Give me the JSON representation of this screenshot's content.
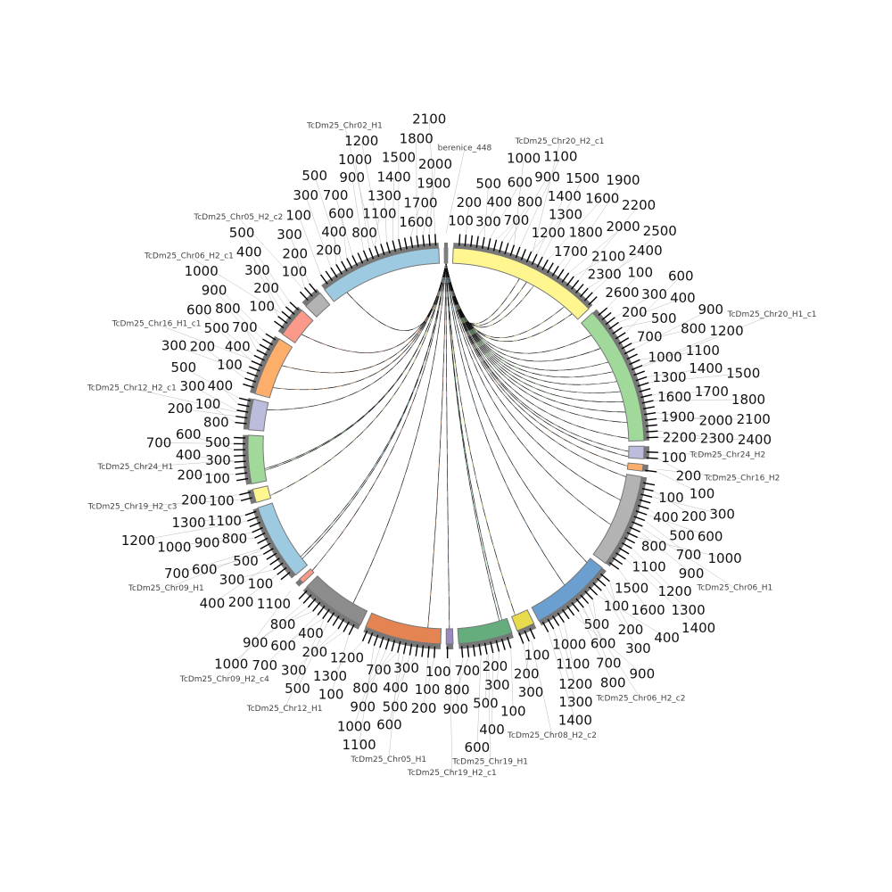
{
  "chart_data": {
    "type": "circos",
    "title": "",
    "tick_interval": 100,
    "segments": [
      {
        "name": "berenice_448",
        "length": 10,
        "color": "#808080"
      },
      {
        "name": "TcDm25_Chr20_H2_c1",
        "length": 2650,
        "color": "#fff68f"
      },
      {
        "name": "TcDm25_Chr20_H1_c1",
        "length": 2450,
        "color": "#a1d99b"
      },
      {
        "name": "TcDm25_Chr24_H2",
        "length": 220,
        "color": "#bcbddc"
      },
      {
        "name": "TcDm25_Chr16_H2",
        "length": 120,
        "color": "#fdae6b"
      },
      {
        "name": "TcDm25_Chr06_H1",
        "length": 1650,
        "color": "#b3b3b3"
      },
      {
        "name": "TcDm25_Chr06_H2_c2",
        "length": 1450,
        "color": "#6a9fcf"
      },
      {
        "name": "TcDm25_Chr08_H2_c2",
        "length": 320,
        "color": "#e8dc4c"
      },
      {
        "name": "TcDm25_Chr19_H1",
        "length": 950,
        "color": "#66ad7e"
      },
      {
        "name": "TcDm25_Chr19_H2_c1",
        "length": 120,
        "color": "#9a89c0"
      },
      {
        "name": "TcDm25_Chr05_H1",
        "length": 1350,
        "color": "#e48453"
      },
      {
        "name": "TcDm25_Chr12_H1",
        "length": 1150,
        "color": "#8c8c8c"
      },
      {
        "name": "TcDm25_Chr09_H2_c4",
        "length": 90,
        "color": "#fb9a8a"
      },
      {
        "name": "TcDm25_Chr09_H1",
        "length": 1350,
        "color": "#9ecae1"
      },
      {
        "name": "TcDm25_Chr19_H2_c3",
        "length": 240,
        "color": "#fff68f"
      },
      {
        "name": "TcDm25_Chr24_H1",
        "length": 850,
        "color": "#a1d99b"
      },
      {
        "name": "TcDm25_Chr12_H2_c1",
        "length": 540,
        "color": "#bcbddc"
      },
      {
        "name": "TcDm25_Chr16_H1_c1",
        "length": 1050,
        "color": "#fdae6b"
      },
      {
        "name": "TcDm25_Chr06_H2_c1",
        "length": 540,
        "color": "#fb9a8a"
      },
      {
        "name": "TcDm25_Chr05_H2_c2",
        "length": 340,
        "color": "#b3b3b3"
      },
      {
        "name": "TcDm25_Chr02_H1",
        "length": 2150,
        "color": "#9ecae1"
      }
    ],
    "links": [
      {
        "from": "berenice_448",
        "to": "TcDm25_Chr20_H2_c1",
        "pos": 1300
      },
      {
        "from": "berenice_448",
        "to": "TcDm25_Chr20_H2_c1",
        "pos": 1450
      },
      {
        "from": "berenice_448",
        "to": "TcDm25_Chr20_H2_c1",
        "pos": 1600
      },
      {
        "from": "berenice_448",
        "to": "TcDm25_Chr20_H2_c1",
        "pos": 2300
      },
      {
        "from": "berenice_448",
        "to": "TcDm25_Chr20_H2_c1",
        "pos": 2500
      },
      {
        "from": "berenice_448",
        "to": "TcDm25_Chr20_H1_c1",
        "pos": 300
      },
      {
        "from": "berenice_448",
        "to": "TcDm25_Chr20_H1_c1",
        "pos": 600
      },
      {
        "from": "berenice_448",
        "to": "TcDm25_Chr20_H1_c1",
        "pos": 900
      },
      {
        "from": "berenice_448",
        "to": "TcDm25_Chr20_H1_c1",
        "pos": 1100
      },
      {
        "from": "berenice_448",
        "to": "TcDm25_Chr20_H1_c1",
        "pos": 1300
      },
      {
        "from": "berenice_448",
        "to": "TcDm25_Chr20_H1_c1",
        "pos": 1500
      },
      {
        "from": "berenice_448",
        "to": "TcDm25_Chr20_H1_c1",
        "pos": 1700
      },
      {
        "from": "berenice_448",
        "to": "TcDm25_Chr20_H1_c1",
        "pos": 1900
      },
      {
        "from": "berenice_448",
        "to": "TcDm25_Chr20_H1_c1",
        "pos": 2100
      },
      {
        "from": "berenice_448",
        "to": "TcDm25_Chr20_H1_c1",
        "pos": 2400
      },
      {
        "from": "berenice_448",
        "to": "TcDm25_Chr24_H2",
        "pos": 100
      },
      {
        "from": "berenice_448",
        "to": "TcDm25_Chr24_H2",
        "pos": 200
      },
      {
        "from": "berenice_448",
        "to": "TcDm25_Chr16_H2",
        "pos": 60
      },
      {
        "from": "berenice_448",
        "to": "TcDm25_Chr06_H1",
        "pos": 50
      },
      {
        "from": "berenice_448",
        "to": "TcDm25_Chr06_H1",
        "pos": 500
      },
      {
        "from": "berenice_448",
        "to": "TcDm25_Chr06_H1",
        "pos": 1000
      },
      {
        "from": "berenice_448",
        "to": "TcDm25_Chr06_H2_c2",
        "pos": 100
      },
      {
        "from": "berenice_448",
        "to": "TcDm25_Chr06_H2_c2",
        "pos": 700
      },
      {
        "from": "berenice_448",
        "to": "TcDm25_Chr08_H2_c2",
        "pos": 250
      },
      {
        "from": "berenice_448",
        "to": "TcDm25_Chr19_H1",
        "pos": 100
      },
      {
        "from": "berenice_448",
        "to": "TcDm25_Chr19_H1",
        "pos": 150
      },
      {
        "from": "berenice_448",
        "to": "TcDm25_Chr19_H2_c1",
        "pos": 60
      },
      {
        "from": "berenice_448",
        "to": "TcDm25_Chr05_H1",
        "pos": 250
      },
      {
        "from": "berenice_448",
        "to": "TcDm25_Chr12_H1",
        "pos": 300
      },
      {
        "from": "berenice_448",
        "to": "TcDm25_Chr09_H2_c4",
        "pos": 45
      },
      {
        "from": "berenice_448",
        "to": "TcDm25_Chr09_H1",
        "pos": 150
      },
      {
        "from": "berenice_448",
        "to": "TcDm25_Chr09_H1",
        "pos": 200
      },
      {
        "from": "berenice_448",
        "to": "TcDm25_Chr19_H2_c3",
        "pos": 50
      },
      {
        "from": "berenice_448",
        "to": "TcDm25_Chr24_H1",
        "pos": 200
      },
      {
        "from": "berenice_448",
        "to": "TcDm25_Chr24_H1",
        "pos": 230
      },
      {
        "from": "berenice_448",
        "to": "TcDm25_Chr12_H2_c1",
        "pos": 400
      },
      {
        "from": "berenice_448",
        "to": "TcDm25_Chr16_H1_c1",
        "pos": 200
      },
      {
        "from": "berenice_448",
        "to": "TcDm25_Chr16_H1_c1",
        "pos": 650
      },
      {
        "from": "berenice_448",
        "to": "TcDm25_Chr06_H2_c1",
        "pos": 200
      },
      {
        "from": "berenice_448",
        "to": "TcDm25_Chr02_H1",
        "pos": 300
      }
    ]
  }
}
